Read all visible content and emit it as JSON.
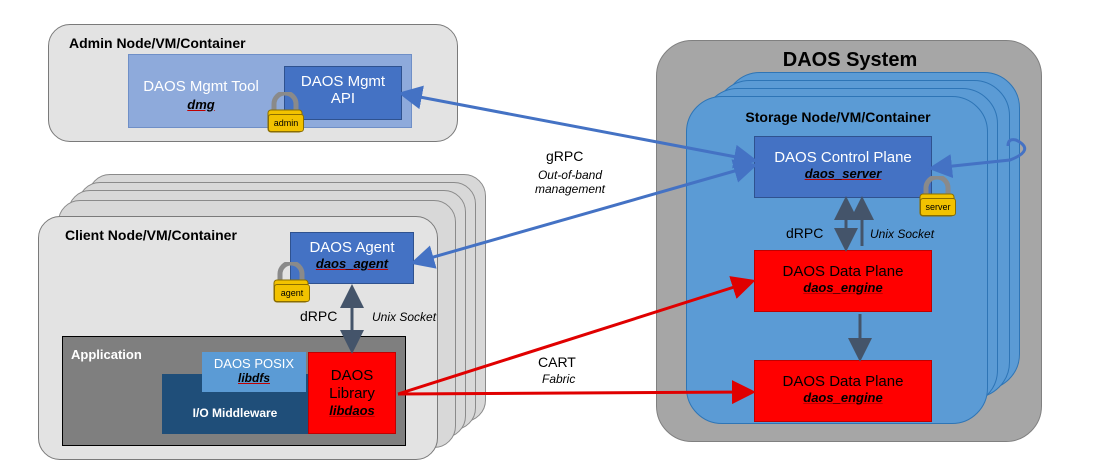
{
  "admin": {
    "title": "Admin Node/VM/Container",
    "mgmt_tool_label": "DAOS Mgmt Tool",
    "mgmt_tool_cmd": "dmg",
    "mgmt_api_label": "DAOS Mgmt\nAPI",
    "lock_badge": "admin"
  },
  "client": {
    "title": "Client Node/VM/Container",
    "agent_label": "DAOS Agent",
    "agent_cmd": "daos_agent",
    "lock_badge": "agent",
    "app_title": "Application",
    "posix_label": "DAOS POSIX",
    "posix_lib": "libdfs",
    "middleware_label": "I/O Middleware",
    "library_label": "DAOS\nLibrary",
    "library_lib": "libdaos"
  },
  "links": {
    "grpc": "gRPC",
    "grpc_note": "Out-of-band\nmanagement",
    "drpc_client": "dRPC",
    "unix_socket_client": "Unix Socket",
    "cart": "CART",
    "fabric": "Fabric",
    "drpc_server": "dRPC",
    "unix_socket_server": "Unix Socket"
  },
  "daos_system": {
    "title": "DAOS System",
    "storage_title": "Storage Node/VM/Container",
    "control_label": "DAOS Control Plane",
    "control_cmd": "daos_server",
    "lock_badge": "server",
    "data_plane_1_label": "DAOS Data Plane",
    "data_plane_1_cmd": "daos_engine",
    "data_plane_2_label": "DAOS Data Plane",
    "data_plane_2_cmd": "daos_engine"
  },
  "colors": {
    "blue_box": "#4472c4",
    "light_blue": "#5b9bd5",
    "red_box": "#ff0000",
    "dark_navy": "#1f4e79",
    "grpc_arrow": "#4472c4",
    "cart_arrow": "#e00000"
  }
}
